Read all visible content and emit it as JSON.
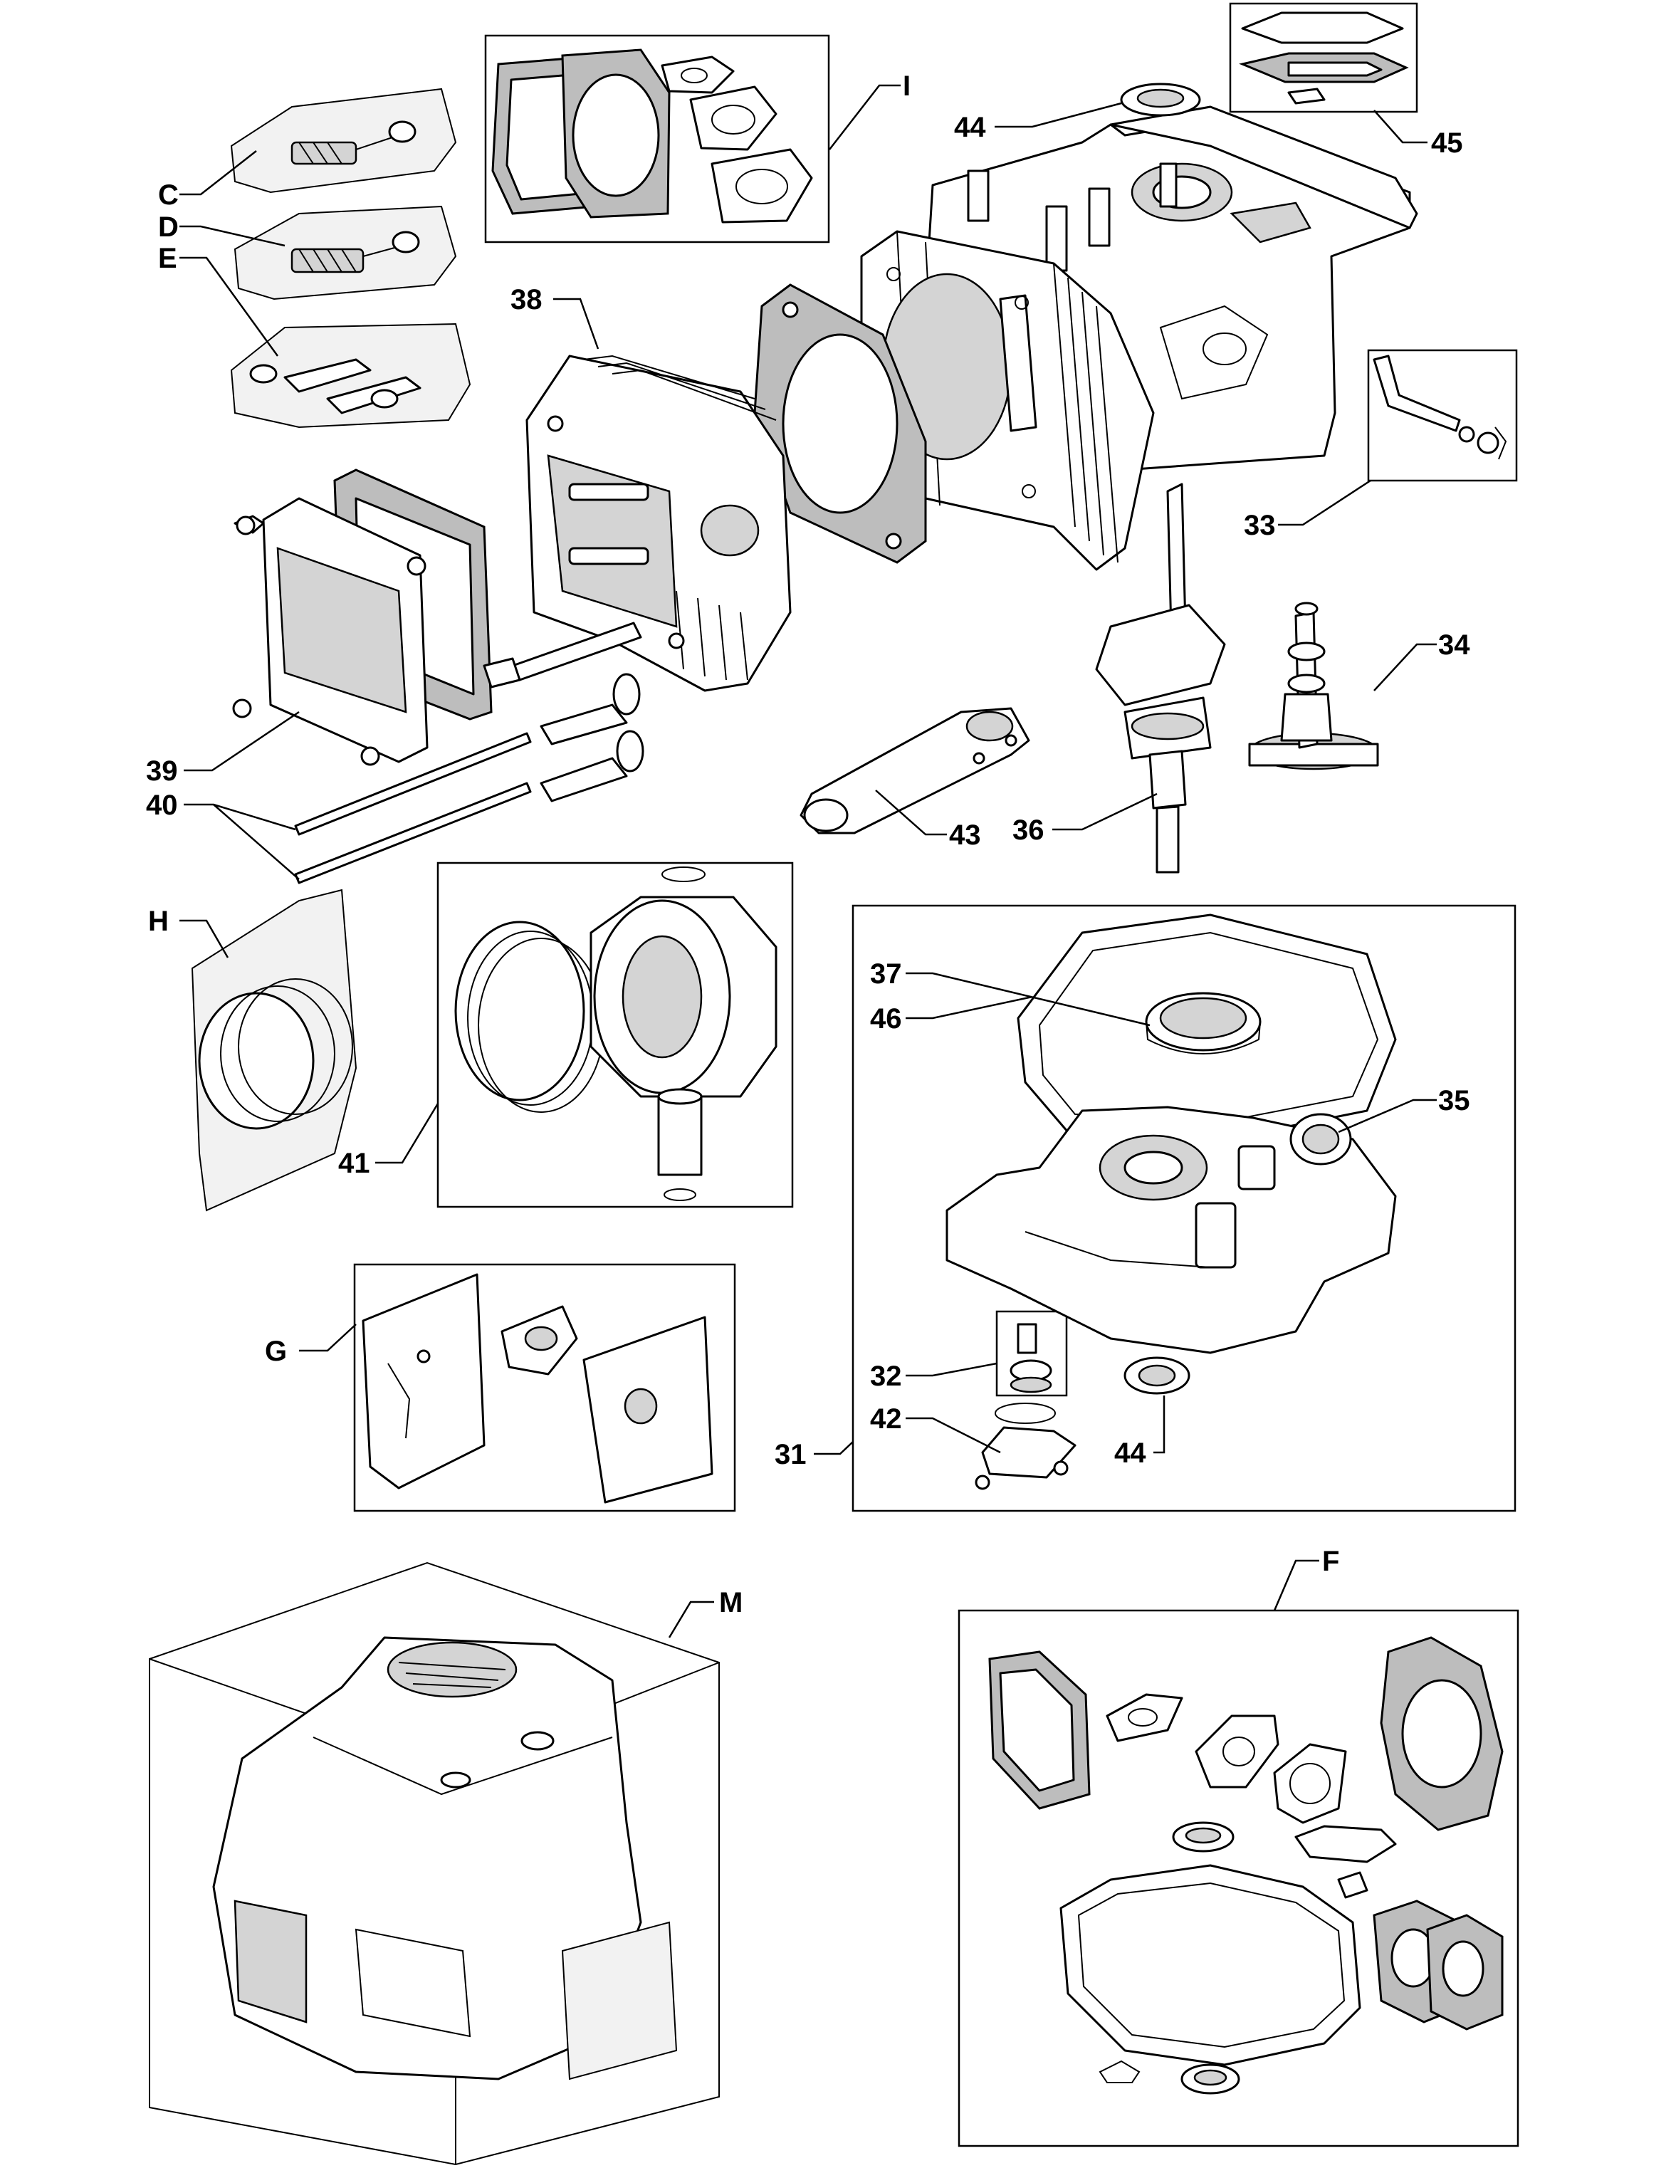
{
  "callouts": {
    "C": "C",
    "D": "D",
    "E": "E",
    "I": "I",
    "p44a": "44",
    "p45": "45",
    "p38": "38",
    "p33": "33",
    "p34": "34",
    "p39": "39",
    "p40": "40",
    "p43": "43",
    "p36": "36",
    "H": "H",
    "p37": "37",
    "p46": "46",
    "p35": "35",
    "p41": "41",
    "G": "G",
    "p32": "32",
    "p42": "42",
    "p31": "31",
    "p44b": "44",
    "M": "M",
    "F": "F"
  }
}
